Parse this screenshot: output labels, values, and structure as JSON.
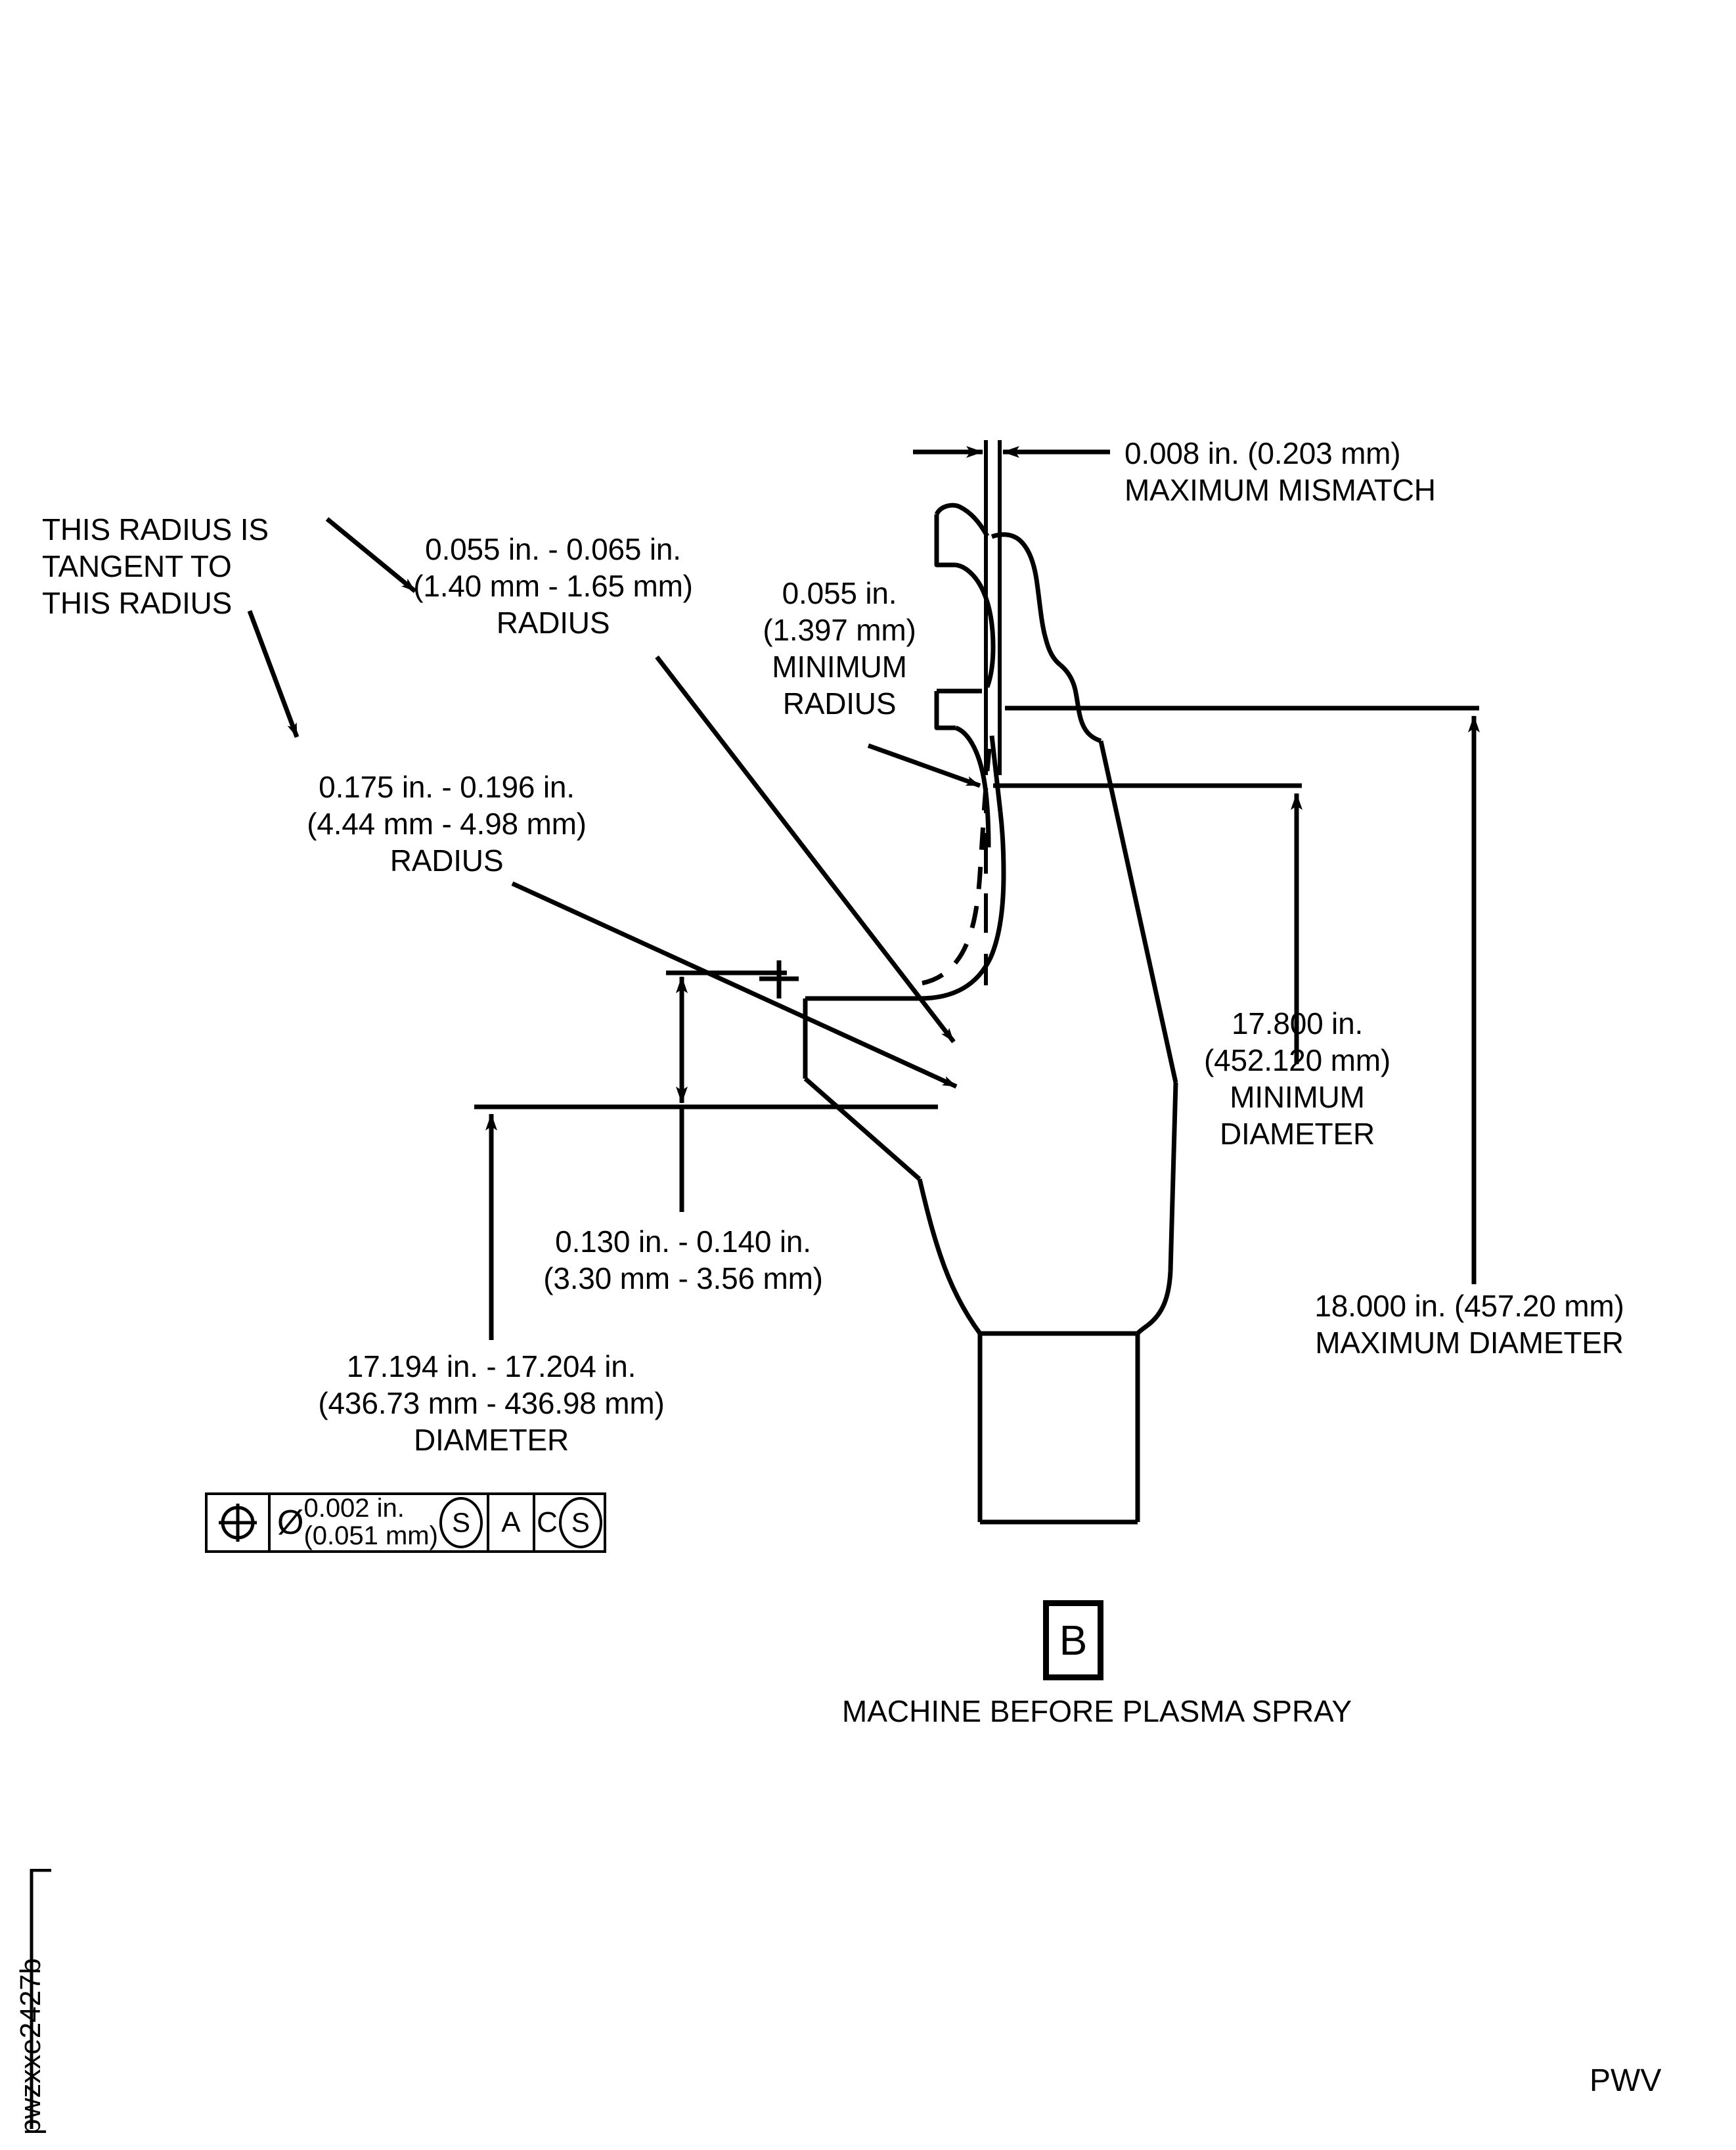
{
  "sheet": {
    "id_code": "pwzxxe2427b",
    "corner_code": "PWV",
    "background": "#ffffff",
    "line_color": "#000000"
  },
  "notes": {
    "tangent_note": "THIS RADIUS IS\nTANGENT TO\nTHIS RADIUS",
    "radius_small": "0.055 in. - 0.065 in.\n(1.40 mm - 1.65 mm)\nRADIUS",
    "radius_large": "0.175 in. - 0.196 in.\n(4.44 mm - 4.98 mm)\nRADIUS",
    "min_radius": "0.055 in.\n(1.397 mm)\nMINIMUM\nRADIUS",
    "max_mismatch": "0.008 in. (0.203 mm)\nMAXIMUM MISMATCH",
    "min_diameter": "17.800 in.\n(452.120 mm)\nMINIMUM\nDIAMETER",
    "max_diameter": "18.000 in. (457.20 mm)\nMAXIMUM DIAMETER",
    "thickness": "0.130 in. - 0.140 in.\n(3.30 mm - 3.56 mm)",
    "diameter_tol": "17.194 in. - 17.204 in.\n(436.73 mm - 436.98 mm)\nDIAMETER"
  },
  "feature_control_frame": {
    "symbol": "position-symbol",
    "diameter_symbol": "Ø",
    "tolerance_in": "0.002 in.",
    "tolerance_mm": "(0.051 mm)",
    "tolerance_modifier": "S",
    "datums": [
      {
        "letter": "A",
        "modifier": ""
      },
      {
        "letter": "C",
        "modifier": "S"
      }
    ]
  },
  "part_label": {
    "letter": "B",
    "caption": "MACHINE BEFORE PLASMA SPRAY"
  }
}
